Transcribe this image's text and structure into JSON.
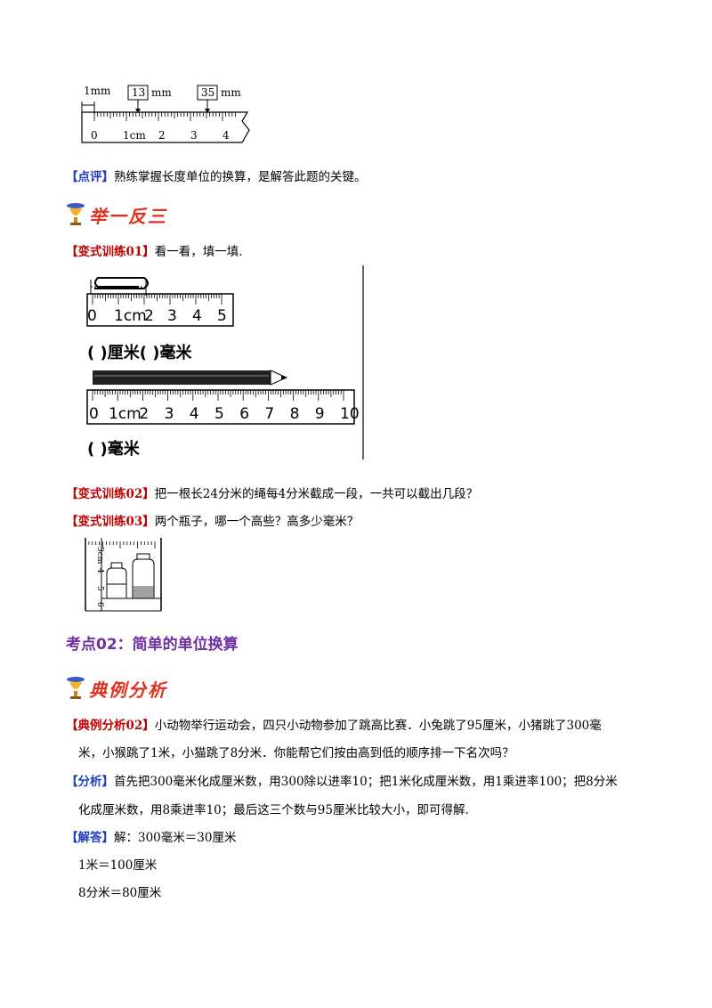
{
  "ruler1": {
    "labels": [
      "1mm",
      "13",
      "mm",
      "35",
      "mm",
      "0",
      "1cm",
      "2",
      "3",
      "4"
    ]
  },
  "comment": {
    "tag": "【点评】",
    "text": "熟练掌握长度单位的换算，是解答此题的关键。"
  },
  "banner1": "举一反三",
  "ex1": {
    "tag": "【变式训练01】",
    "text": "看一看，填一填."
  },
  "ex1_figure": {
    "ruler_a_labels": [
      "0",
      "1cm",
      "2",
      "3",
      "4",
      "5"
    ],
    "blank_a": "(       )厘米(       )毫米",
    "ruler_b_labels": [
      "0",
      "1cm",
      "2",
      "3",
      "4",
      "5",
      "6",
      "7",
      "8",
      "9",
      "10"
    ],
    "blank_b": "(       )毫米"
  },
  "ex2": {
    "tag": "【变式训练02】",
    "text": "把一根长24分米的绳每4分米截成一段，一共可以截出几段？"
  },
  "ex3": {
    "tag": "【变式训练03】",
    "text": "两个瓶子，哪一个高些？高多少毫米？"
  },
  "ex3_figure": {
    "labels": [
      "3cm",
      "4",
      "5",
      "6"
    ]
  },
  "section_heading": "考点02：简单的单位换算",
  "banner2": "典例分析",
  "example": {
    "tag": "【典例分析02】",
    "line1": "小动物举行运动会，四只小动物参加了跳高比赛．小兔跳了95厘米，小猪跳了300毫",
    "line2": "米，小猴跳了1米，小猫跳了8分米．你能帮它们按由高到低的顺序排一下名次吗？"
  },
  "analysis": {
    "tag": "【分析】",
    "line1": "首先把300毫米化成厘米数，用300除以进率10；把1米化成厘米数，用1乘进率100；把8分米",
    "line2": "化成厘米数，用8乘进率10；最后这三个数与95厘米比较大小，即可得解."
  },
  "answer": {
    "tag": "【解答】",
    "line1": "解：300毫米＝30厘米",
    "line2": "1米＝100厘米",
    "line3": "8分米＝80厘米"
  }
}
